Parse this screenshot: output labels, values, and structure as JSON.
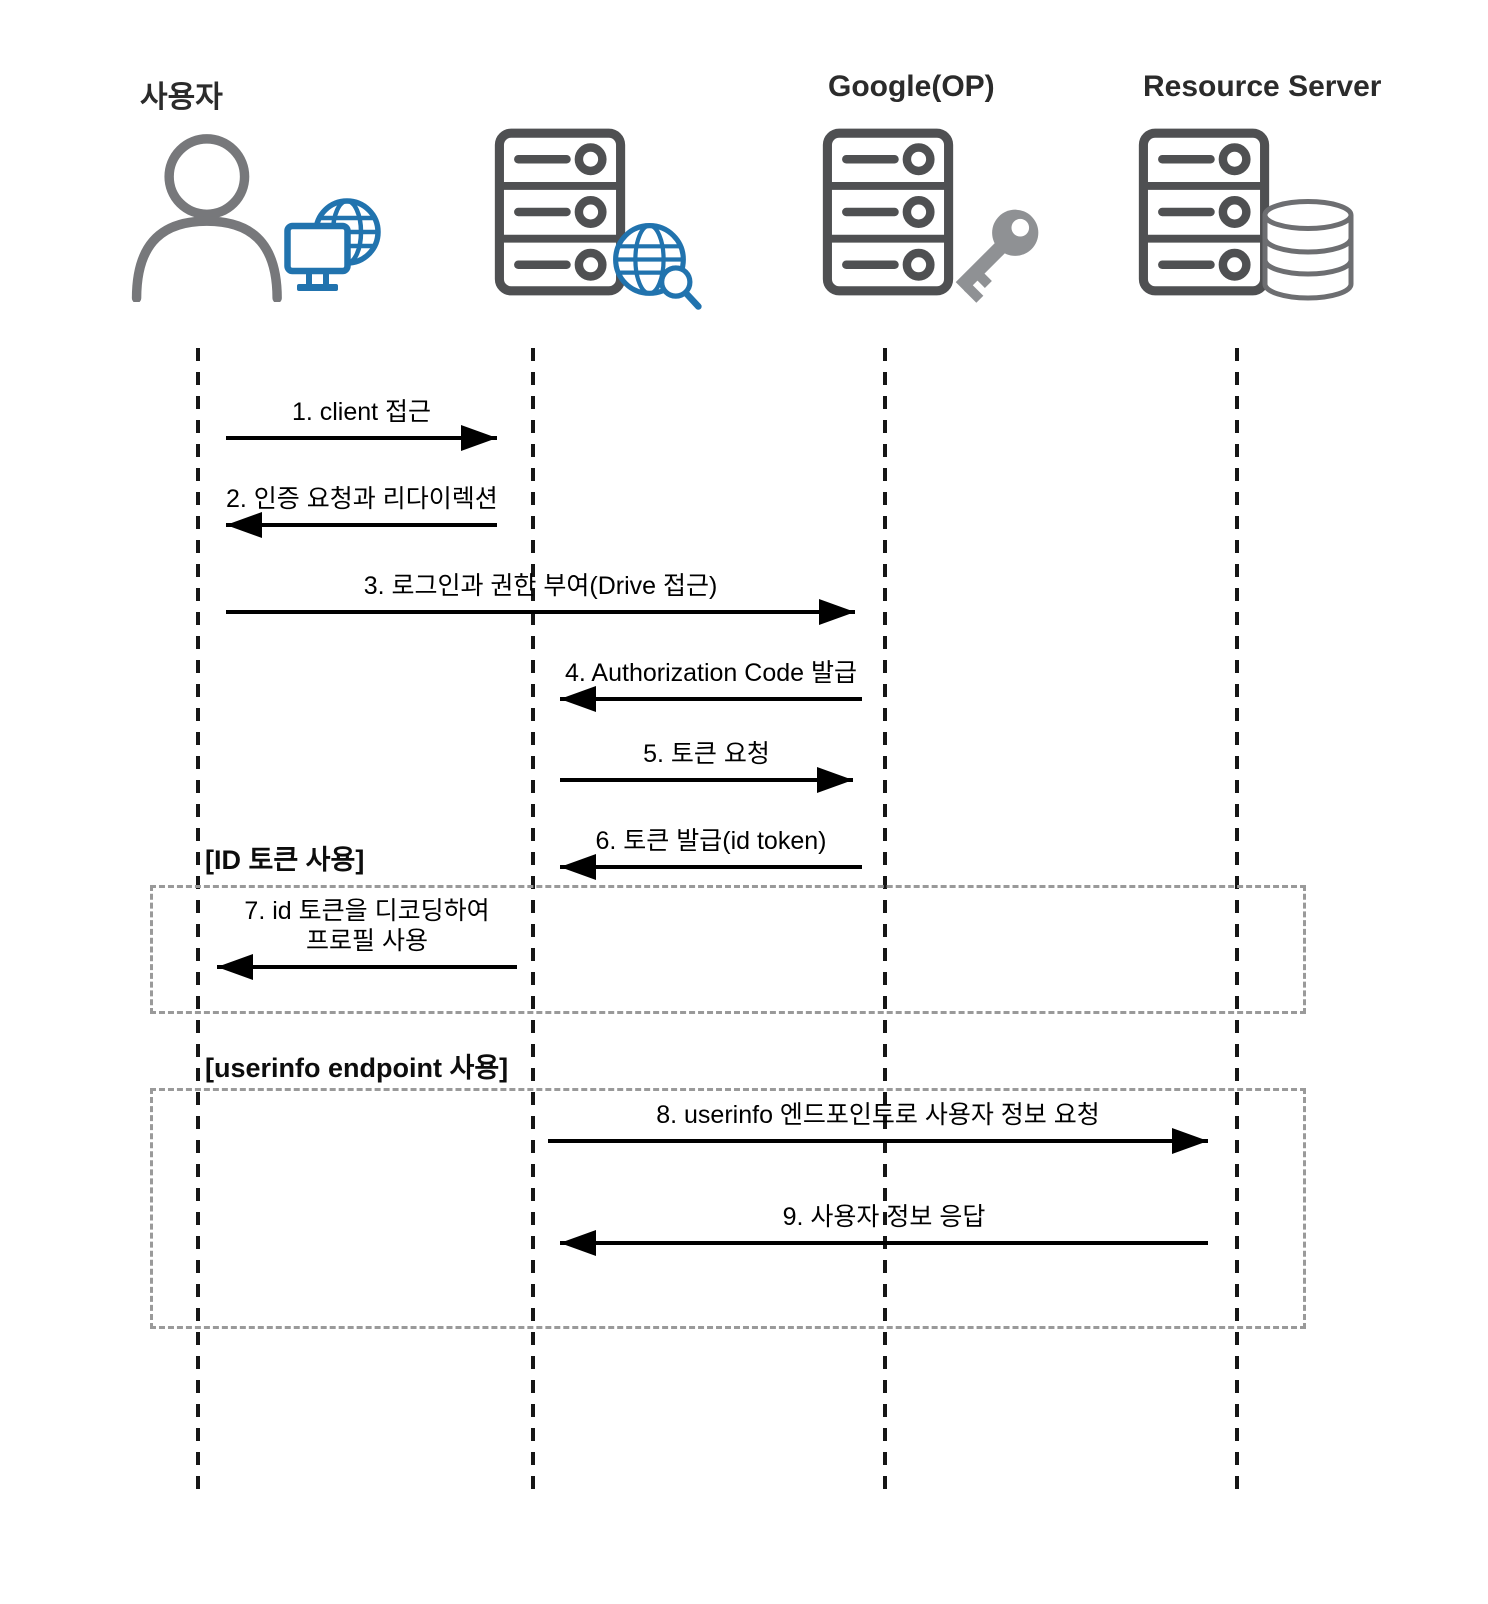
{
  "diagram": {
    "type": "sequence",
    "actors": [
      {
        "id": "user",
        "label": "사용자",
        "icons": [
          "person-icon",
          "monitor-globe-icon"
        ]
      },
      {
        "id": "client",
        "label": "",
        "icons": [
          "server-icon",
          "globe-search-icon"
        ]
      },
      {
        "id": "google_op",
        "label": "Google(OP)",
        "icons": [
          "server-icon",
          "key-icon"
        ]
      },
      {
        "id": "resource_server",
        "label": "Resource Server",
        "icons": [
          "server-icon",
          "database-icon"
        ]
      }
    ],
    "messages": [
      {
        "seq": 1,
        "from": "user",
        "to": "client",
        "direction": "right",
        "label": "1. client 접근"
      },
      {
        "seq": 2,
        "from": "client",
        "to": "user",
        "direction": "left",
        "label": "2. 인증 요청과 리다이렉션"
      },
      {
        "seq": 3,
        "from": "user",
        "to": "google_op",
        "direction": "right",
        "label": "3. 로그인과 권한 부여(Drive 접근)"
      },
      {
        "seq": 4,
        "from": "google_op",
        "to": "client",
        "direction": "left",
        "label": "4. Authorization Code 발급"
      },
      {
        "seq": 5,
        "from": "client",
        "to": "google_op",
        "direction": "right",
        "label": "5. 토큰 요청"
      },
      {
        "seq": 6,
        "from": "google_op",
        "to": "client",
        "direction": "left",
        "label": "6. 토큰 발급(id token)"
      },
      {
        "seq": 7,
        "from": "client",
        "to": "user",
        "direction": "left",
        "label": "7. id 토큰을 디코딩하여\n프로필 사용"
      },
      {
        "seq": 8,
        "from": "client",
        "to": "resource_server",
        "direction": "right",
        "label": "8. userinfo 엔드포인트로 사용자 정보 요청"
      },
      {
        "seq": 9,
        "from": "resource_server",
        "to": "client",
        "direction": "left",
        "label": "9. 사용자 정보 응답"
      }
    ],
    "fragments": [
      {
        "label": "[ID 토큰 사용]"
      },
      {
        "label": "[userinfo endpoint 사용]"
      }
    ],
    "colors": {
      "icon_blue": "#2173ae",
      "icon_gray_solid": "#8f9194",
      "server_outline_gray": "#4f5052",
      "person_gray": "#77787b",
      "database_gray": "#6d6e71",
      "arrow_black": "#000000",
      "fragment_border_gray": "#9a9a9a"
    }
  }
}
